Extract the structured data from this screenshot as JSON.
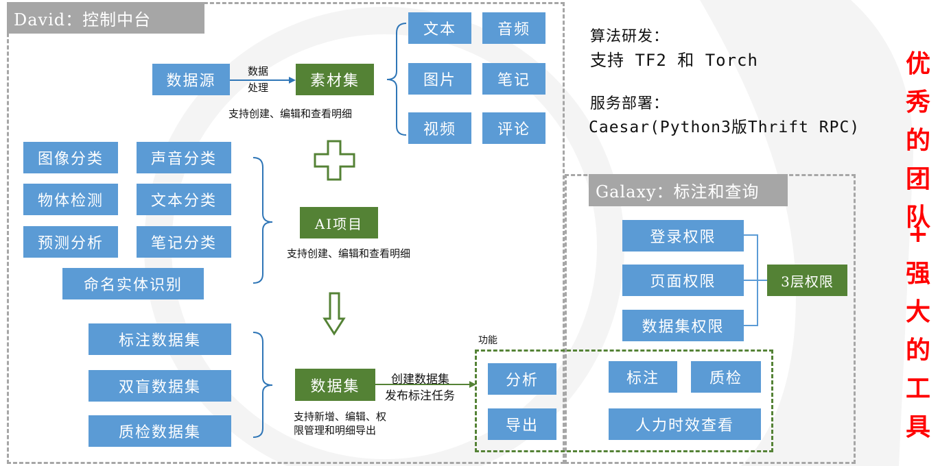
{
  "david": {
    "title": "David：控制中台",
    "source": {
      "label": "数据源"
    },
    "process_label_1": "数据",
    "process_label_2": "处理",
    "material": {
      "label": "素材集",
      "note": "支持创建、编辑和查看明细"
    },
    "media_types": [
      "文本",
      "音频",
      "图片",
      "笔记",
      "视频",
      "评论"
    ],
    "ai_tasks": [
      "图像分类",
      "声音分类",
      "物体检测",
      "文本分类",
      "预测分析",
      "笔记分类",
      "命名实体识别"
    ],
    "ai_project": {
      "label": "AI项目",
      "note": "支持创建、编辑和查看明细"
    },
    "dataset_types": [
      "标注数据集",
      "双盲数据集",
      "质检数据集"
    ],
    "dataset": {
      "label": "数据集",
      "note_1": "支持新增、编辑、权",
      "note_2": "限管理和明细导出"
    },
    "dataset_arrow_label_1": "创建数据集",
    "dataset_arrow_label_2": "发布标注任务",
    "functions_title": "功能",
    "functions": [
      "分析",
      "导出"
    ]
  },
  "info": {
    "algo_title": "算法研发：",
    "algo_detail": "支持 TF2 和 Torch",
    "deploy_title": "服务部署：",
    "deploy_detail": "Caesar(Python3版Thrift RPC)"
  },
  "galaxy": {
    "title": "Galaxy：标注和查询",
    "permissions": [
      "登录权限",
      "页面权限",
      "数据集权限"
    ],
    "permission_summary": "3层权限",
    "functions": [
      "标注",
      "质检",
      "人力时效查看"
    ]
  },
  "slogan": {
    "line1": [
      "优",
      "秀",
      "的",
      "团",
      "队"
    ],
    "plus": "+",
    "line2": [
      "强",
      "大",
      "的",
      "工",
      "具"
    ]
  },
  "colors": {
    "blue": "#5b9bd5",
    "green": "#548235",
    "gray": "#a6a6a6",
    "red": "#ff0000"
  }
}
